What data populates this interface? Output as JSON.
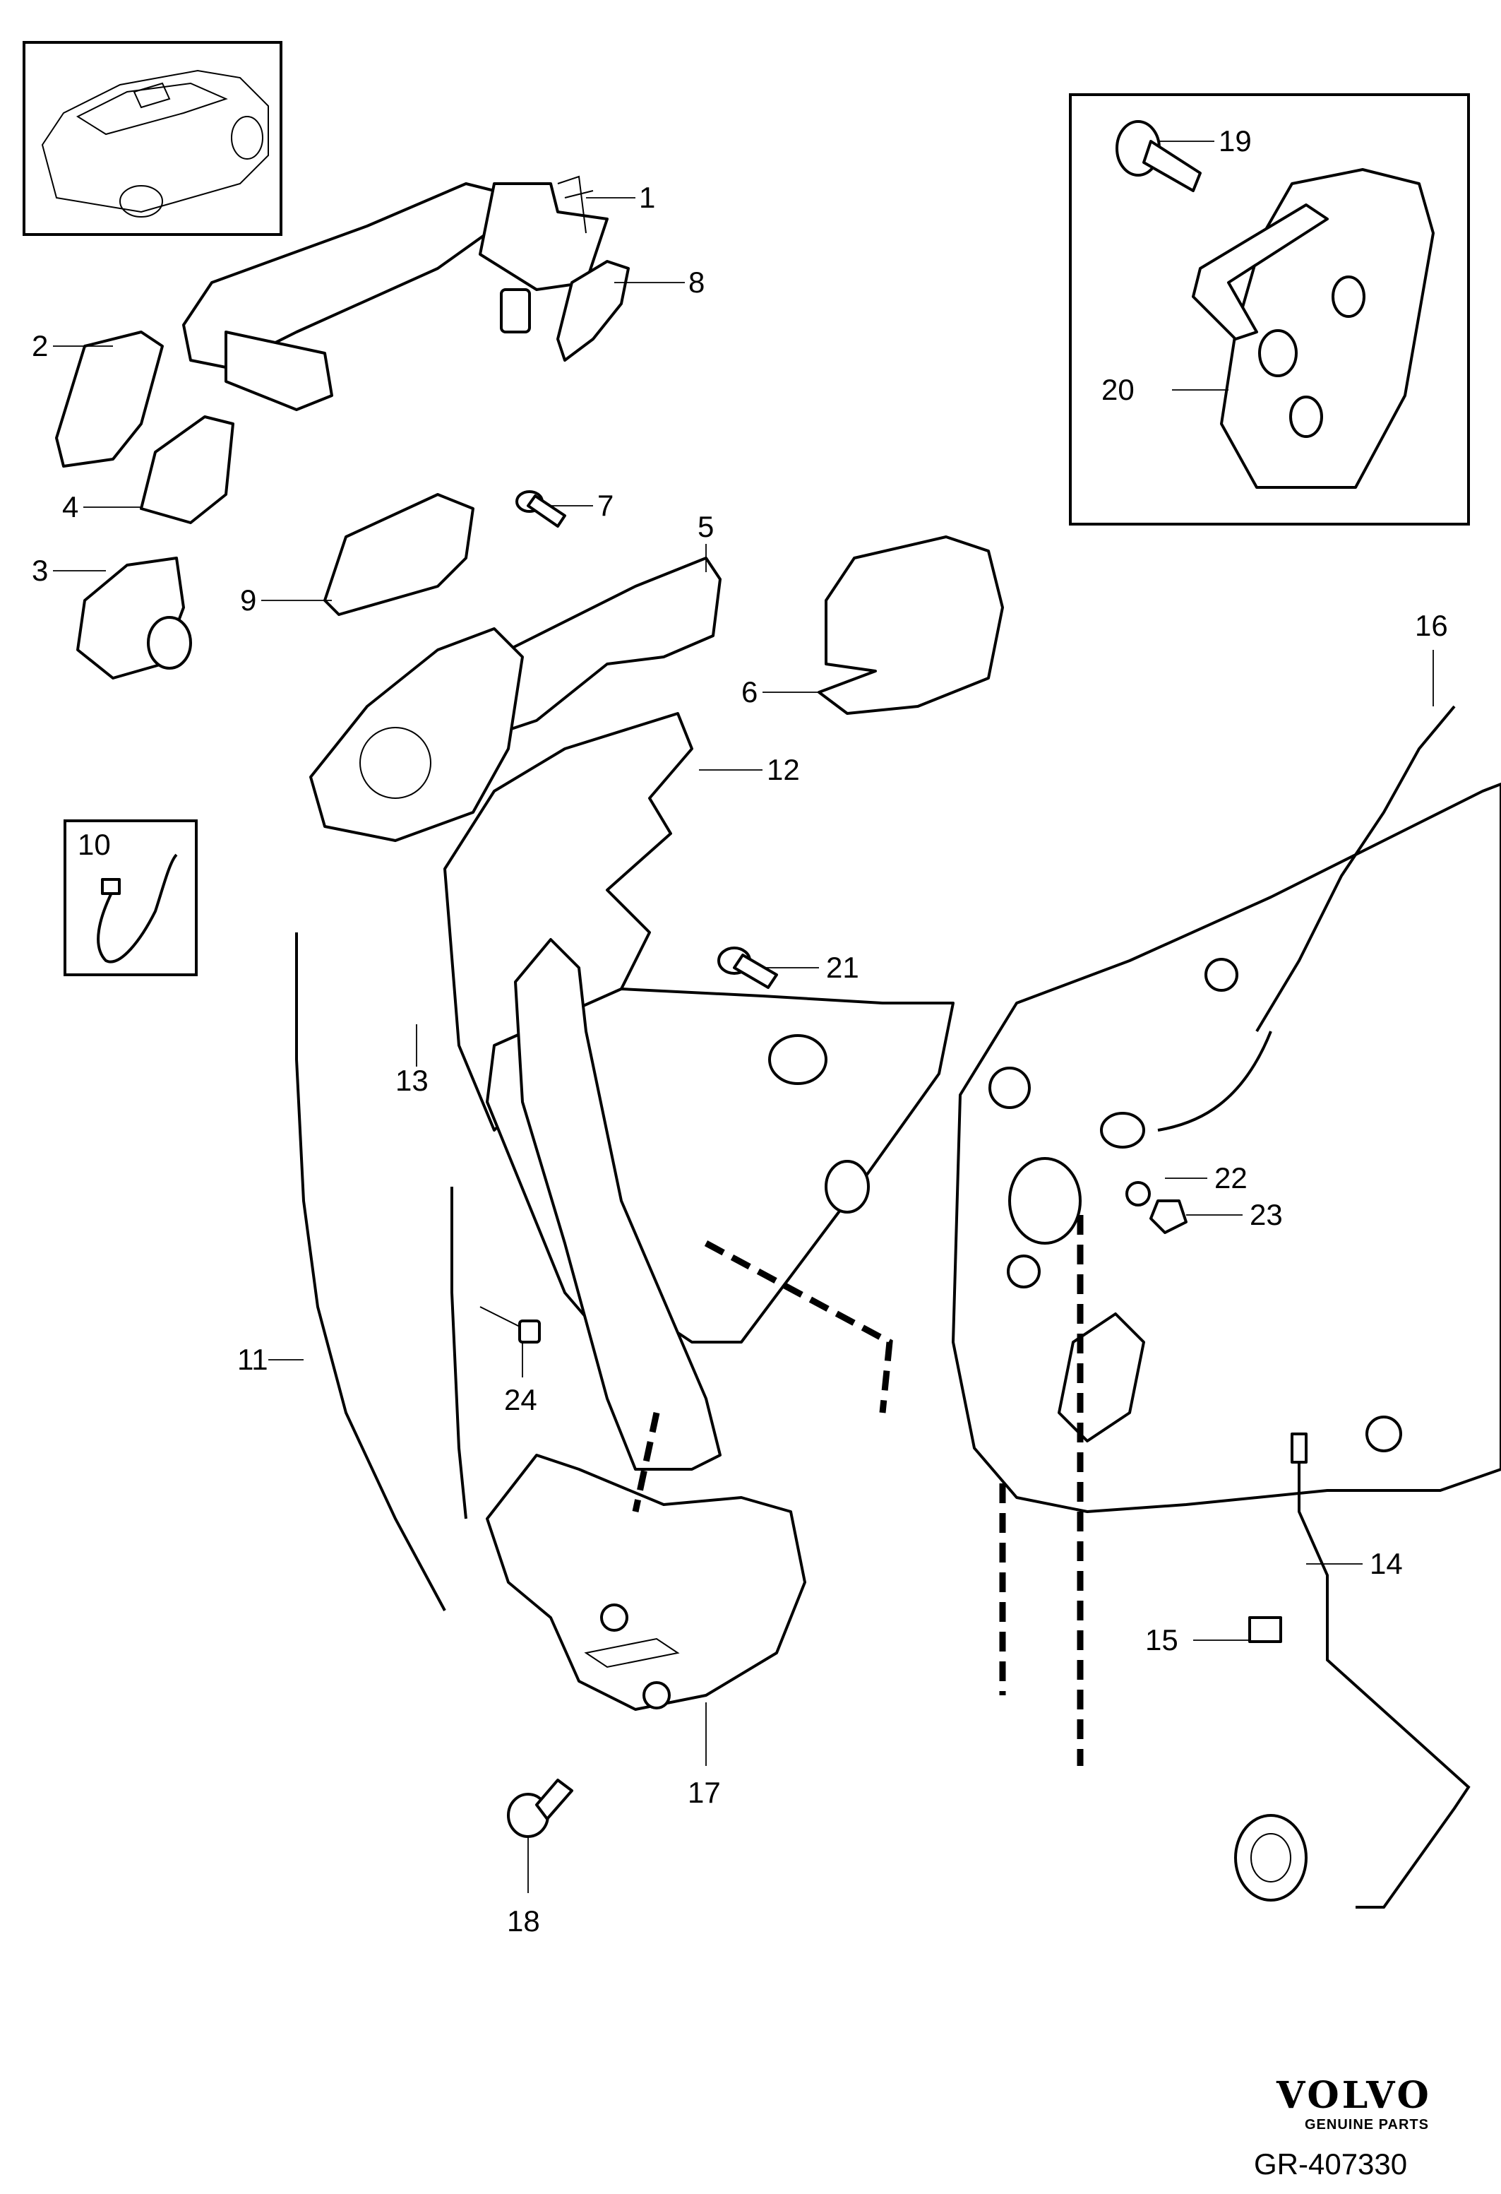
{
  "callouts": {
    "c1": "1",
    "c2": "2",
    "c3": "3",
    "c4": "4",
    "c5": "5",
    "c6": "6",
    "c7": "7",
    "c8": "8",
    "c9": "9",
    "c10": "10",
    "c11": "11",
    "c12": "12",
    "c13": "13",
    "c14": "14",
    "c15": "15",
    "c16": "16",
    "c17": "17",
    "c18": "18",
    "c19": "19",
    "c20": "20",
    "c21": "21",
    "c22": "22",
    "c23": "23",
    "c24": "24"
  },
  "brand": {
    "name": "VOLVO",
    "tagline": "GENUINE PARTS"
  },
  "reference": "GR-407330"
}
